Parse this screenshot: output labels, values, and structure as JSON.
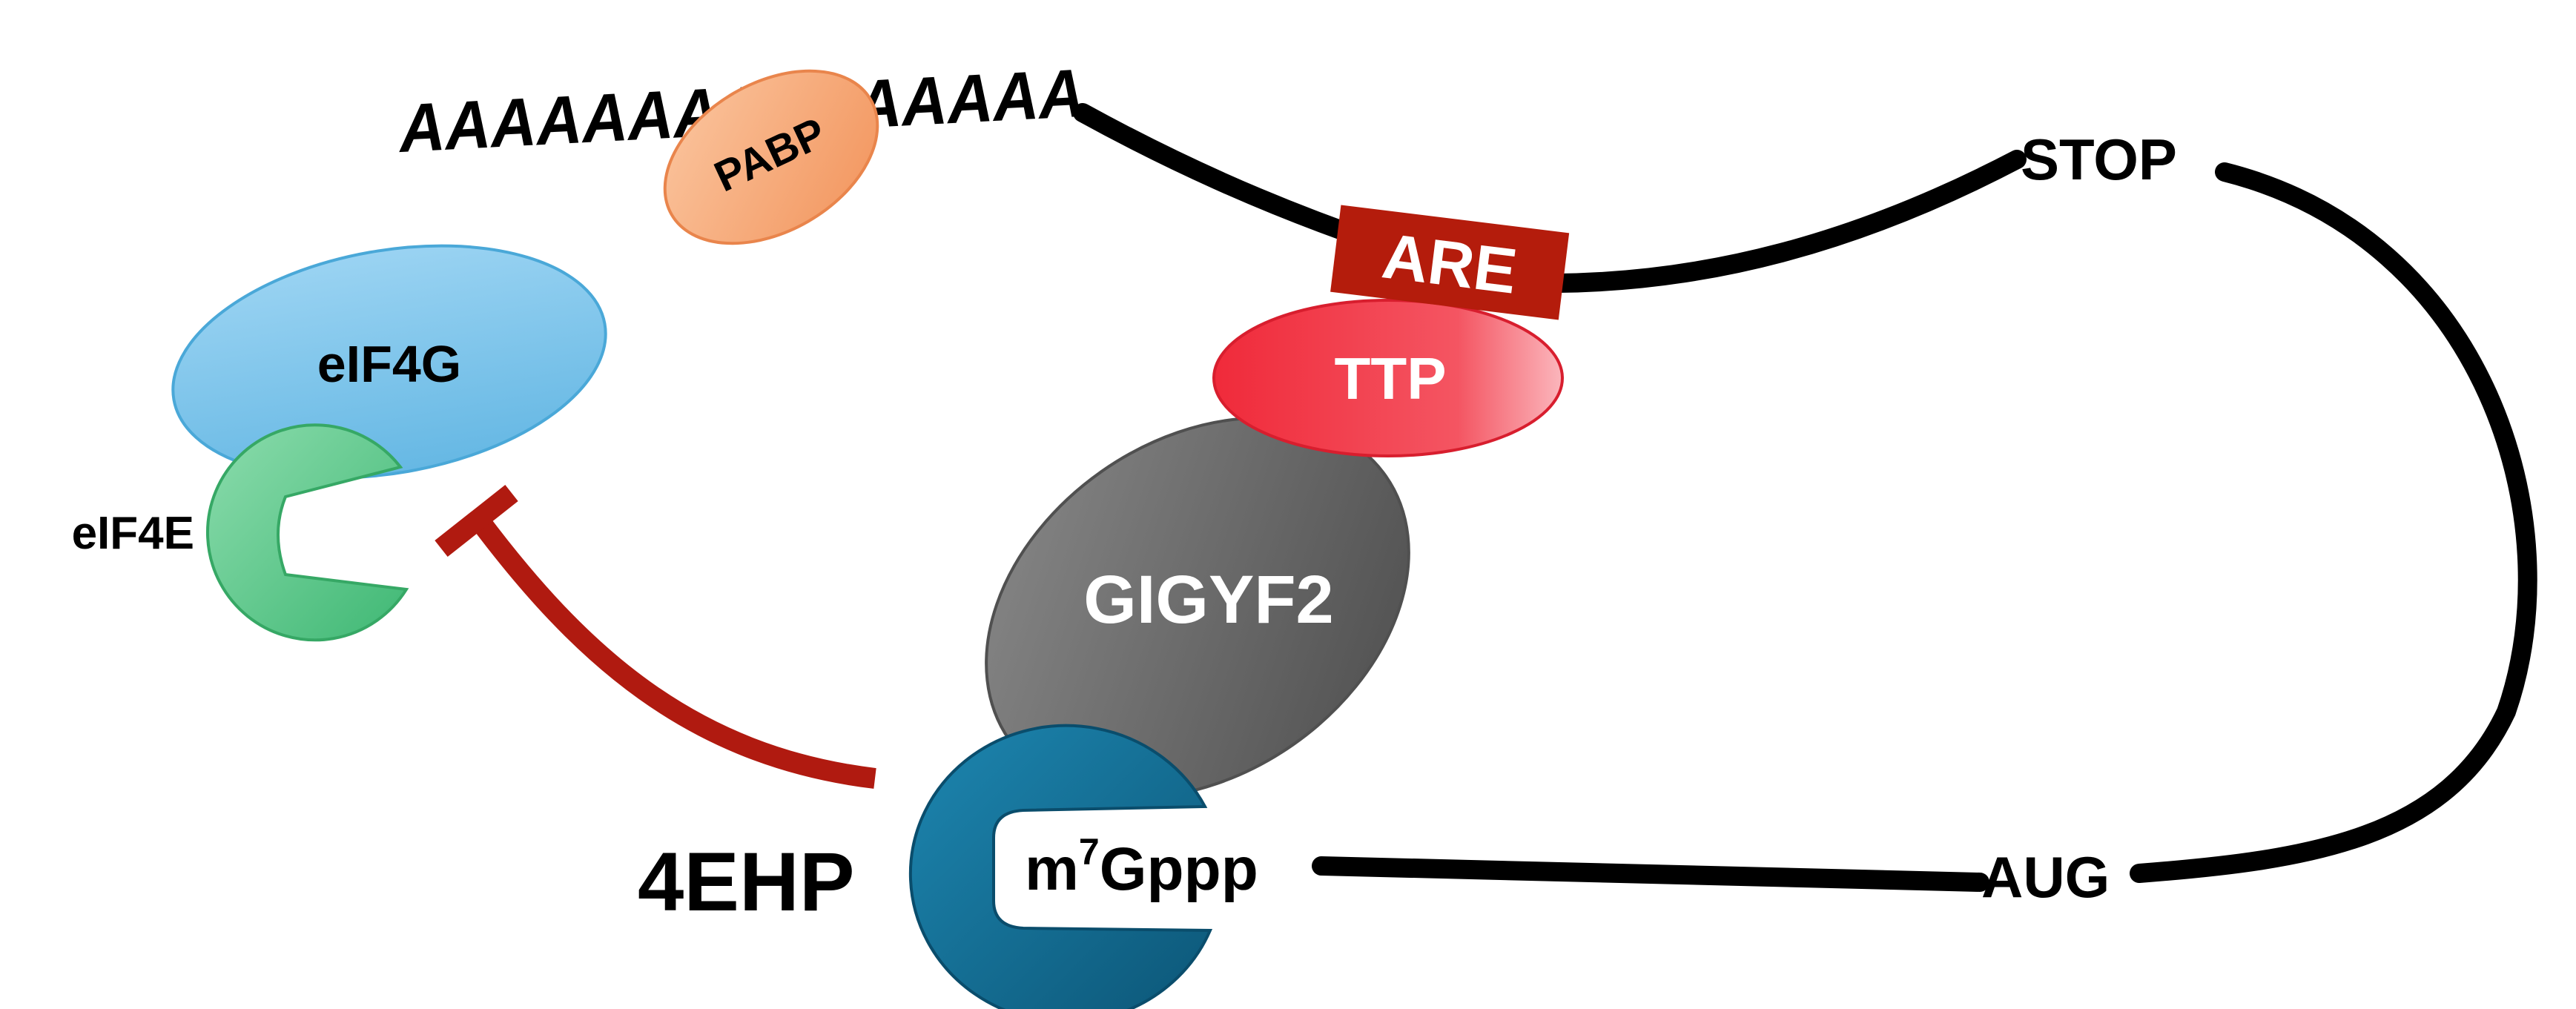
{
  "labels": {
    "polyA": "AAAAAAAAAAAAAAA",
    "pabp": "PABP",
    "eif4g": "eIF4G",
    "eif4e": "eIF4E",
    "are": "ARE",
    "ttp": "TTP",
    "gigyf2": "GIGYF2",
    "stop": "STOP",
    "aug": "AUG",
    "fourehp": "4EHP",
    "cap_prefix": "m",
    "cap_superscript": "7",
    "cap_suffix": "Gppp"
  },
  "colors": {
    "mrna": "#000000",
    "inhibition": "#b01a10",
    "pabp": "#f6a878",
    "eif4g": "#7cc3e8",
    "eif4e": "#5cc98d",
    "are": "#b41c0c",
    "ttp": "#ee3444",
    "gigyf2": "#6e6e6e",
    "fourehp": "#146e95"
  }
}
